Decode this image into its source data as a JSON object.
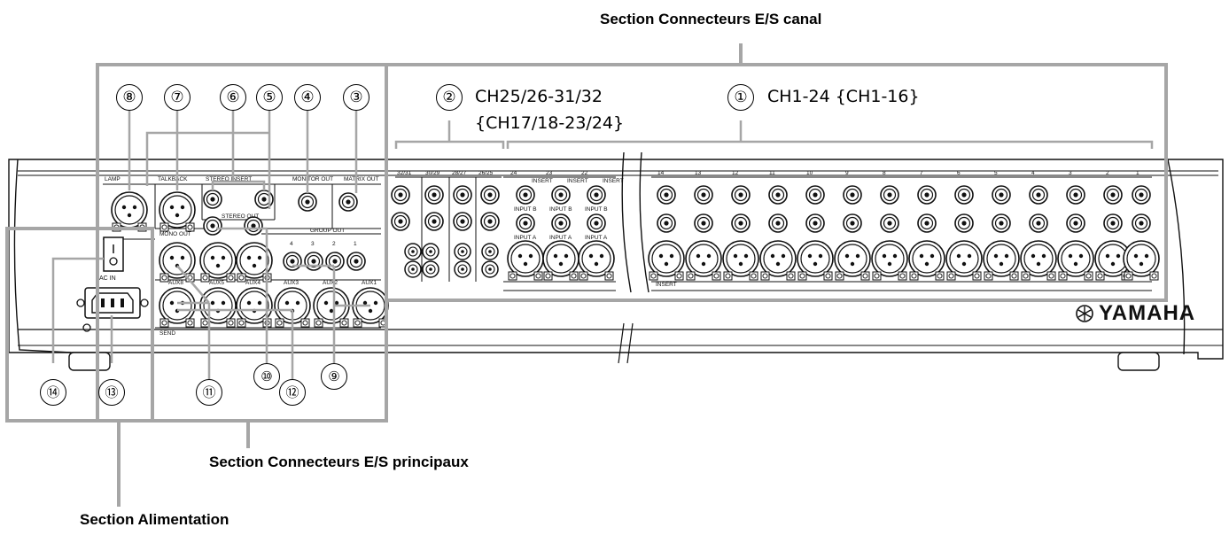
{
  "sections": {
    "channel_io": "Section Connecteurs E/S canal",
    "main_io": "Section Connecteurs E/S principaux",
    "power": "Section Alimentation"
  },
  "channel_groups": {
    "ch25_line1": "CH25/26-31/32",
    "ch25_line2": "{CH17/18-23/24}",
    "ch1": "CH1-24 {CH1-16}"
  },
  "callouts": [
    "1",
    "2",
    "3",
    "4",
    "5",
    "6",
    "7",
    "8",
    "9",
    "10",
    "11",
    "12",
    "13",
    "14"
  ],
  "callout_glyphs": [
    "①",
    "②",
    "③",
    "④",
    "⑤",
    "⑥",
    "⑦",
    "⑧",
    "⑨",
    "⑩",
    "⑪",
    "⑫",
    "⑬",
    "⑭"
  ],
  "brand": "YAMAHA",
  "panel_labels": {
    "lamp": "LAMP",
    "talkback": "TALKBACK",
    "stereo_insert": "STEREO INSERT",
    "monitor_out": "MONITOR OUT",
    "matrix_out": "MATRIX OUT",
    "mono_out": "MONO OUT",
    "stereo_out": "STEREO OUT",
    "group_out": "GROUP OUT",
    "ac_in": "AC IN",
    "send": "SEND",
    "insert": "INSERT",
    "input_b": "INPUT B",
    "input_a": "INPUT A"
  },
  "channel_numbers": [
    "24",
    "23",
    "22",
    "14",
    "13",
    "12",
    "11",
    "10",
    "9",
    "8",
    "7",
    "6",
    "5",
    "4",
    "3",
    "2",
    "1"
  ],
  "stereo_channel_labels": [
    "32/31",
    "30/29",
    "28/27",
    "26/25"
  ],
  "aux_labels": [
    "AUX8",
    "AUX5",
    "AUX4",
    "AUX3",
    "AUX2",
    "AUX1"
  ],
  "group_numbers": [
    "4",
    "3",
    "2",
    "1"
  ]
}
